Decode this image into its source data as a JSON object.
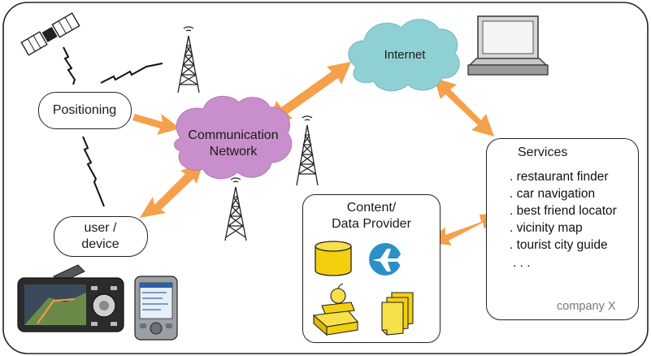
{
  "nodes": {
    "positioning": "Positioning",
    "user_device_line1": "user /",
    "user_device_line2": "device",
    "communication_network_line1": "Communication",
    "communication_network_line2": "Network",
    "internet": "Internet",
    "content_provider_line1": "Content/",
    "content_provider_line2": "Data Provider",
    "services_title": "Services",
    "company": "company X"
  },
  "services": {
    "items": [
      ". restaurant finder",
      ". car navigation",
      ". best friend locator",
      ". vicinity map",
      ". tourist city guide",
      ". . ."
    ]
  },
  "colors": {
    "arrow": "#f5a04a",
    "communication_cloud": "#c98fcc",
    "internet_cloud": "#8fd0d4",
    "database": "#f2d010",
    "airplane_badge": "#2b8fc8",
    "books": "#f2d010",
    "documents": "#f2d010",
    "border": "#222222"
  },
  "icons": [
    "satellite-icon",
    "radio-tower-icon",
    "laptop-icon",
    "database-icon",
    "airplane-icon",
    "books-icon",
    "documents-icon",
    "gps-device-icon",
    "pda-icon"
  ]
}
